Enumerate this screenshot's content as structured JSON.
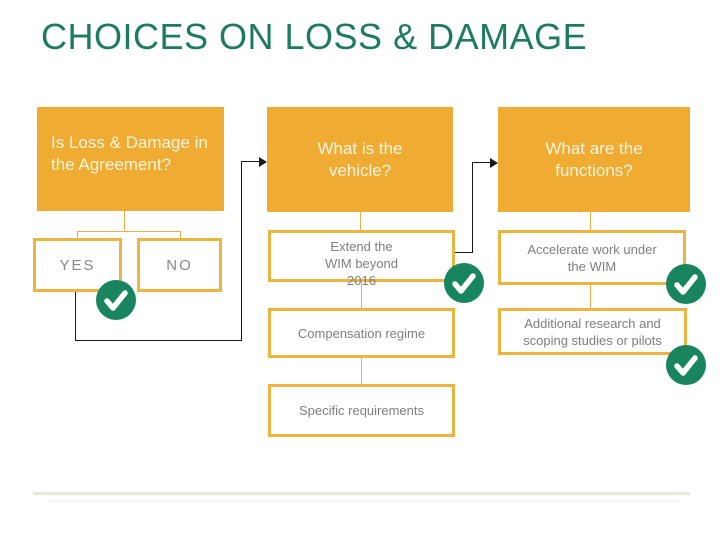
{
  "slide": {
    "title": "CHOICES ON LOSS & DAMAGE"
  },
  "colors": {
    "title_green": "#1E7C5C",
    "question_box_orange": "#F0AB32",
    "question_box_text": "#FDF5E0",
    "option_border_orange": "#EDB53F",
    "option_text_gray": "#7F7F7F",
    "connector_orange": "#E9AE4B",
    "connector_black": "#1A1A1A",
    "check_green": "#19855F",
    "divider_beige": "#EAE8DB"
  },
  "flowchart": {
    "questions": {
      "agreement": {
        "label": "Is Loss & Damage in the Agreement?"
      },
      "vehicle": {
        "label": "What is the vehicle?"
      },
      "functions": {
        "label": "What are the functions?"
      }
    },
    "options": {
      "yes": {
        "label": "YES",
        "checked": true
      },
      "no": {
        "label": "NO",
        "checked": false
      },
      "extend": {
        "label": "Extend the WIM beyond 2016",
        "checked": true
      },
      "compensation": {
        "label": "Compensation regime",
        "checked": false
      },
      "specific": {
        "label": "Specific requirements",
        "checked": false
      },
      "accelerate": {
        "label": "Accelerate work under the WIM",
        "checked": true
      },
      "additional": {
        "label": "Additional research and scoping studies or pilots",
        "checked": true
      }
    }
  },
  "icons": {
    "check": "✓"
  }
}
